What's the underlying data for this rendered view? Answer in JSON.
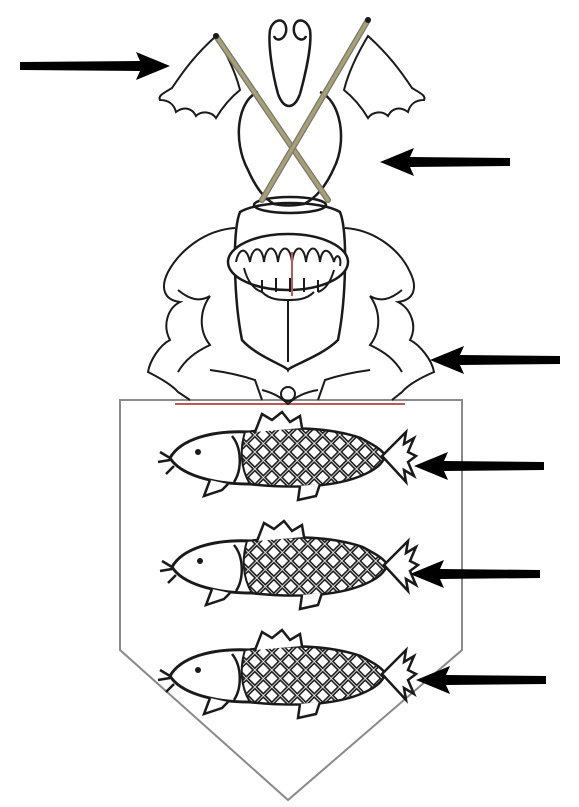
{
  "diagram": {
    "colors": {
      "line": "#1a1a1a",
      "shield_outline": "#8a8a8a",
      "lance": "#a8a070",
      "lance_outline": "#777777",
      "arrow": "#000000",
      "accent_red": "#b85a5a"
    },
    "parts": [
      {
        "id": "crest-flags",
        "icon": "pennon-flags"
      },
      {
        "id": "crest-lances",
        "icon": "crossed-lances"
      },
      {
        "id": "helmet",
        "icon": "tilting-helm"
      },
      {
        "id": "mantling",
        "icon": "mantling"
      },
      {
        "id": "fish-1",
        "icon": "fish"
      },
      {
        "id": "fish-2",
        "icon": "fish"
      },
      {
        "id": "fish-3",
        "icon": "fish"
      },
      {
        "id": "shield",
        "icon": "escutcheon"
      }
    ],
    "arrows": [
      {
        "points_to": "crest-flags",
        "direction": "right"
      },
      {
        "points_to": "crest-lances",
        "direction": "left"
      },
      {
        "points_to": "mantling",
        "direction": "left"
      },
      {
        "points_to": "fish-1",
        "direction": "left"
      },
      {
        "points_to": "fish-2",
        "direction": "left"
      },
      {
        "points_to": "fish-3",
        "direction": "left"
      }
    ]
  }
}
